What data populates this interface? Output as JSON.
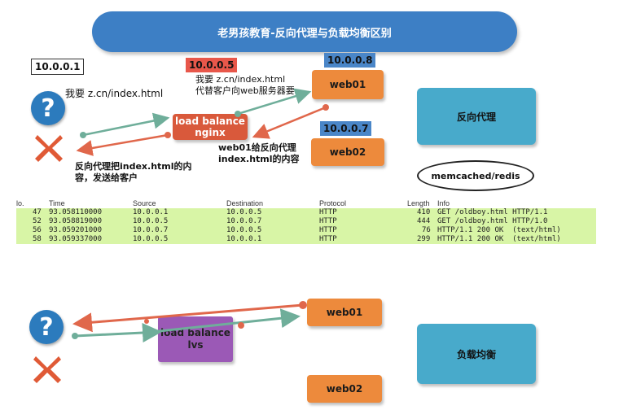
{
  "title": "老男孩教育-反向代理与负载均衡区别",
  "top": {
    "client_ip": "10.0.0.1",
    "client_request": "我要 z.cn/index.html",
    "lb_ip": "10.0.0.5",
    "lb_note": [
      "我要 z.cn/index.html",
      "代替客户向web服务器要"
    ],
    "lb_label": [
      "load balance",
      "nginx"
    ],
    "web01_ip": "10.0.0.8",
    "web01_label": "web01",
    "web02_ip": "10.0.0.7",
    "web02_label": "web02",
    "web01_reply": [
      "web01给反向代理",
      "index.html的内容"
    ],
    "proxy_reply": [
      "反向代理把index.html的内",
      "容，发送给客户"
    ],
    "mode_label": "反向代理",
    "cache_label": "memcached/redis"
  },
  "packets": {
    "headers": [
      "lo.",
      "Time",
      "Source",
      "Destination",
      "Protocol",
      "Length",
      "Info"
    ],
    "rows": [
      {
        "no": "47",
        "time": "93.058110000",
        "src": "10.0.0.1",
        "dst": "10.0.0.5",
        "proto": "HTTP",
        "len": "410",
        "info": "GET /oldboy.html HTTP/1.1"
      },
      {
        "no": "52",
        "time": "93.058819000",
        "src": "10.0.0.5",
        "dst": "10.0.0.7",
        "proto": "HTTP",
        "len": "444",
        "info": "GET /oldboy.html HTTP/1.0"
      },
      {
        "no": "56",
        "time": "93.059201000",
        "src": "10.0.0.7",
        "dst": "10.0.0.5",
        "proto": "HTTP",
        "len": "76",
        "info": "HTTP/1.1 200 OK  (text/html)"
      },
      {
        "no": "58",
        "time": "93.059337000",
        "src": "10.0.0.5",
        "dst": "10.0.0.1",
        "proto": "HTTP",
        "len": "299",
        "info": "HTTP/1.1 200 OK  (text/html)"
      }
    ]
  },
  "bottom": {
    "lb_label": [
      "load balance",
      "lvs"
    ],
    "web01_label": "web01",
    "web02_label": "web02",
    "mode_label": "负载均衡"
  },
  "icons": {
    "client": "question-icon",
    "blocked": "x-mark-icon"
  },
  "colors": {
    "request_arrow": "#6fae9a",
    "response_arrow": "#e0674b",
    "packet_row": "#d8f5a6"
  }
}
